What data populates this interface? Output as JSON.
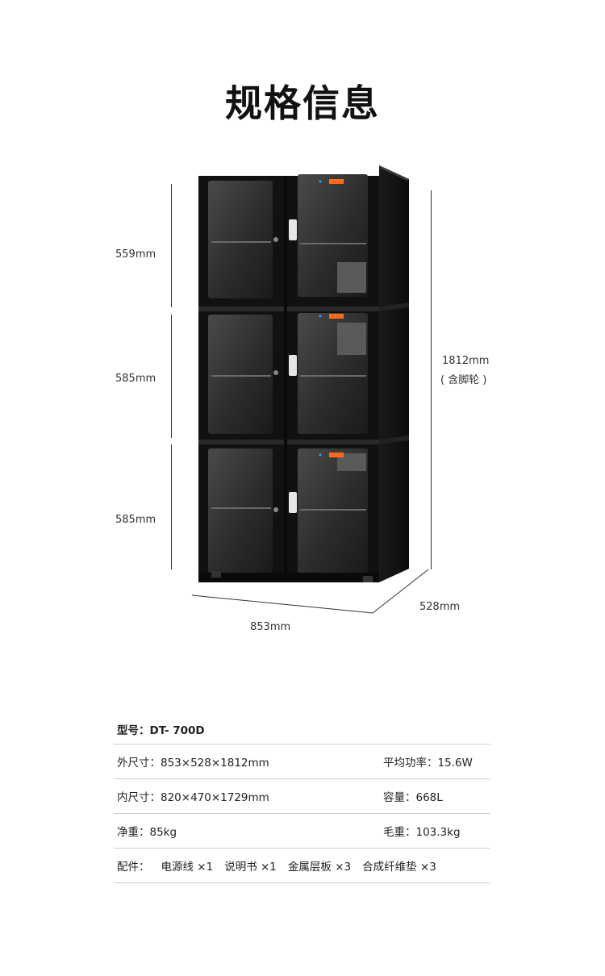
{
  "page": {
    "title": "规格信息"
  },
  "dimensions": {
    "section_1": "559mm",
    "section_2": "585mm",
    "section_3": "585mm",
    "height": "1812mm",
    "height_note": "( 含脚轮 )",
    "depth": "528mm",
    "width": "853mm"
  },
  "specs": {
    "model": "型号：DT- 700D",
    "outer_size": "外尺寸：853×528×1812mm",
    "avg_power": "平均功率：15.6W",
    "inner_size": "内尺寸：820×470×1729mm",
    "capacity": "容量：668L",
    "net_weight": "净重：85kg",
    "gross_weight": "毛重：103.3kg",
    "accessories_label": "配件：",
    "accessories": [
      "电源线 ×1",
      "说明书 ×1",
      "金属层板 ×3",
      "合成纤维垫 ×3"
    ]
  },
  "colors": {
    "cabinet": "#141414",
    "glass": "#3a3a3a",
    "display": "#ff6a1a"
  }
}
